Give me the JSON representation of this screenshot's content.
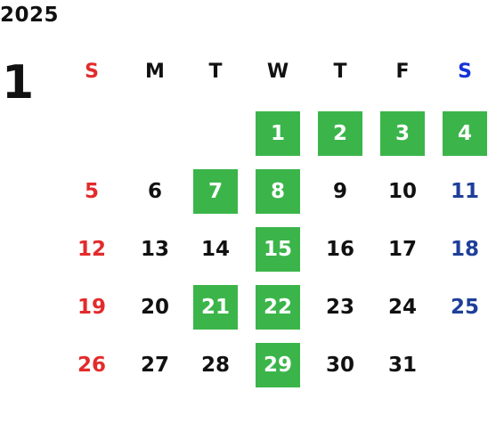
{
  "year": "2025",
  "month": "1",
  "weekday_headers": [
    "S",
    "M",
    "T",
    "W",
    "T",
    "F",
    "S"
  ],
  "colors": {
    "sunday": "#e32b2b",
    "saturday_header": "#1533d6",
    "saturday": "#1e3f99",
    "weekday": "#111111",
    "highlight_bg": "#3bb54a",
    "highlight_text": "#ffffff"
  },
  "weeks": [
    [
      null,
      null,
      null,
      {
        "day": "1",
        "highlight": true
      },
      {
        "day": "2",
        "highlight": true
      },
      {
        "day": "3",
        "highlight": true
      },
      {
        "day": "4",
        "highlight": true
      }
    ],
    [
      {
        "day": "5"
      },
      {
        "day": "6"
      },
      {
        "day": "7",
        "highlight": true
      },
      {
        "day": "8",
        "highlight": true
      },
      {
        "day": "9"
      },
      {
        "day": "10"
      },
      {
        "day": "11"
      }
    ],
    [
      {
        "day": "12"
      },
      {
        "day": "13"
      },
      {
        "day": "14"
      },
      {
        "day": "15",
        "highlight": true
      },
      {
        "day": "16"
      },
      {
        "day": "17"
      },
      {
        "day": "18"
      }
    ],
    [
      {
        "day": "19"
      },
      {
        "day": "20"
      },
      {
        "day": "21",
        "highlight": true
      },
      {
        "day": "22",
        "highlight": true
      },
      {
        "day": "23"
      },
      {
        "day": "24"
      },
      {
        "day": "25"
      }
    ],
    [
      {
        "day": "26"
      },
      {
        "day": "27"
      },
      {
        "day": "28"
      },
      {
        "day": "29",
        "highlight": true
      },
      {
        "day": "30"
      },
      {
        "day": "31"
      },
      null
    ]
  ]
}
